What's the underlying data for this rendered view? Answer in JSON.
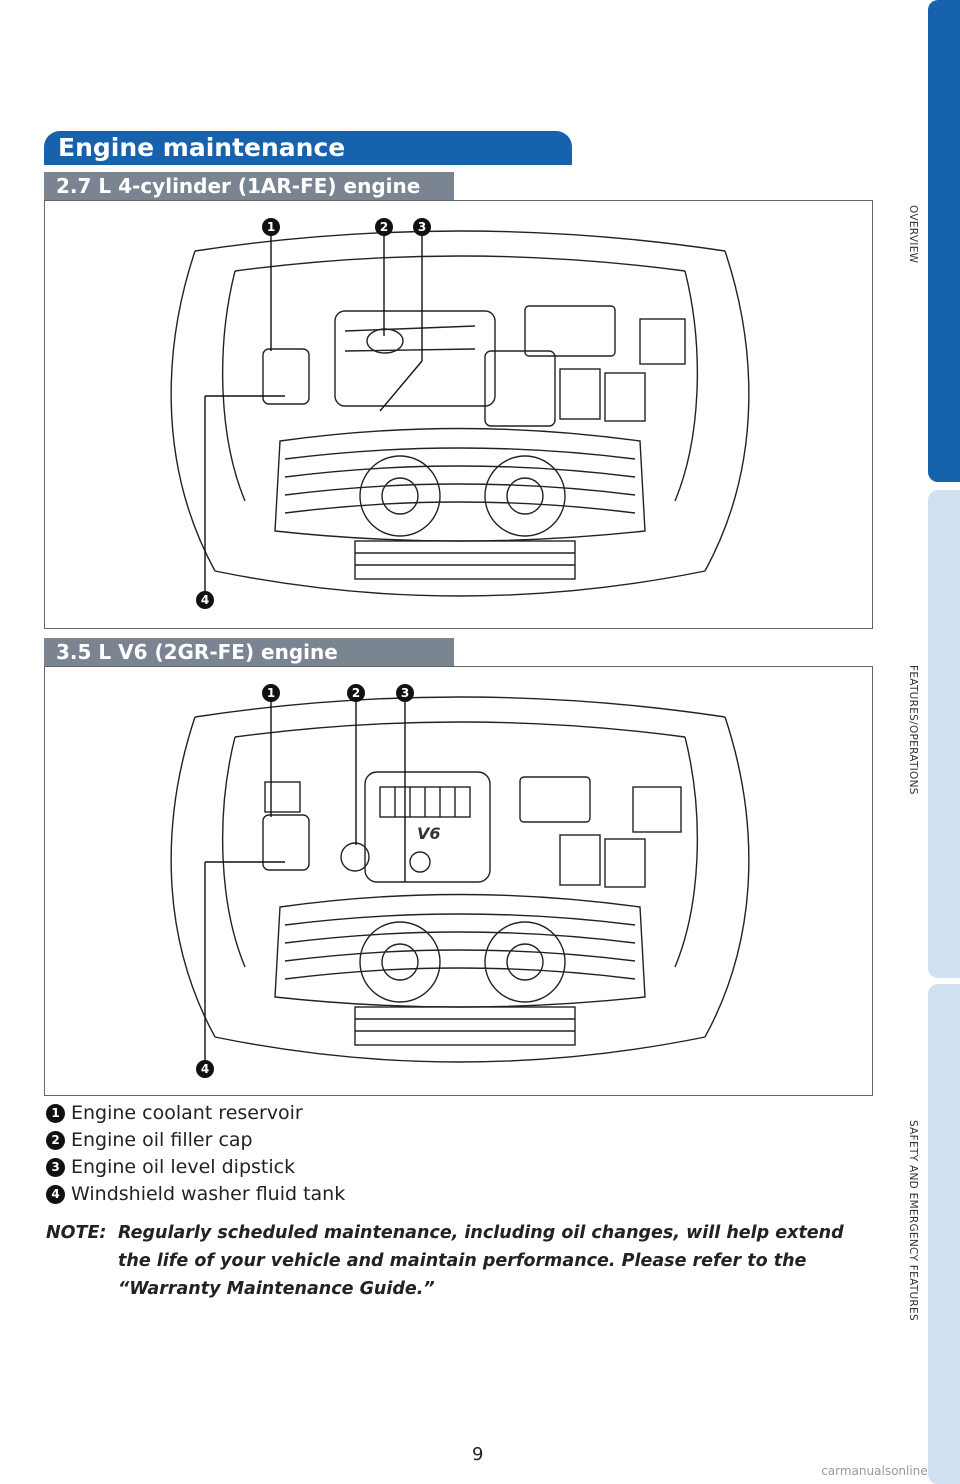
{
  "page": {
    "title": "Engine maintenance",
    "page_number": "9",
    "watermark": "carmanualsonline.info"
  },
  "sections": [
    {
      "heading": "2.7 L 4-cylinder (1AR-FE) engine",
      "callouts": [
        "1",
        "2",
        "3",
        "4"
      ]
    },
    {
      "heading": "3.5 L V6 (2GR-FE) engine",
      "callouts": [
        "1",
        "2",
        "3",
        "4"
      ]
    }
  ],
  "legend": [
    {
      "num": "1",
      "label": "Engine coolant reservoir"
    },
    {
      "num": "2",
      "label": "Engine oil filler cap"
    },
    {
      "num": "3",
      "label": "Engine oil level dipstick"
    },
    {
      "num": "4",
      "label": "Windshield washer fluid tank"
    }
  ],
  "note": {
    "prefix": "NOTE:",
    "text": "Regularly scheduled maintenance, including oil changes, will help extend the life of your vehicle and maintain performance. Please refer to the “Warranty Maintenance Guide.”"
  },
  "side_tabs": [
    {
      "label": "OVERVIEW",
      "active": true
    },
    {
      "label": "FEATURES/OPERATIONS",
      "active": false
    },
    {
      "label": "SAFETY AND EMERGENCY FEATURES",
      "active": false
    }
  ],
  "engine_badge": "V6",
  "colors": {
    "title_blue": "#1762ad",
    "sub_gray": "#7b8592",
    "tab_light": "#d2e1f2"
  }
}
